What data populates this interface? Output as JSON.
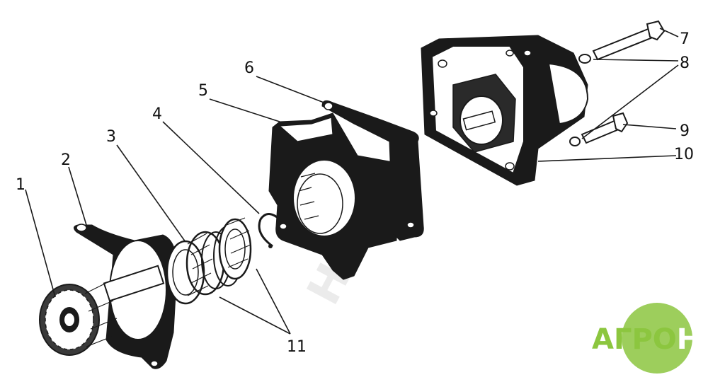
{
  "callouts": [
    {
      "id": "1",
      "label": "1"
    },
    {
      "id": "2",
      "label": "2"
    },
    {
      "id": "3",
      "label": "3"
    },
    {
      "id": "4",
      "label": "4"
    },
    {
      "id": "5",
      "label": "5"
    },
    {
      "id": "6",
      "label": "6"
    },
    {
      "id": "7",
      "label": "7"
    },
    {
      "id": "8",
      "label": "8"
    },
    {
      "id": "9",
      "label": "9"
    },
    {
      "id": "10",
      "label": "10"
    },
    {
      "id": "11",
      "label": "11"
    }
  ],
  "logo": {
    "text": "АГРОНКЛ",
    "color": "#8cc63f"
  },
  "watermark": {
    "text": "НКЛ"
  }
}
